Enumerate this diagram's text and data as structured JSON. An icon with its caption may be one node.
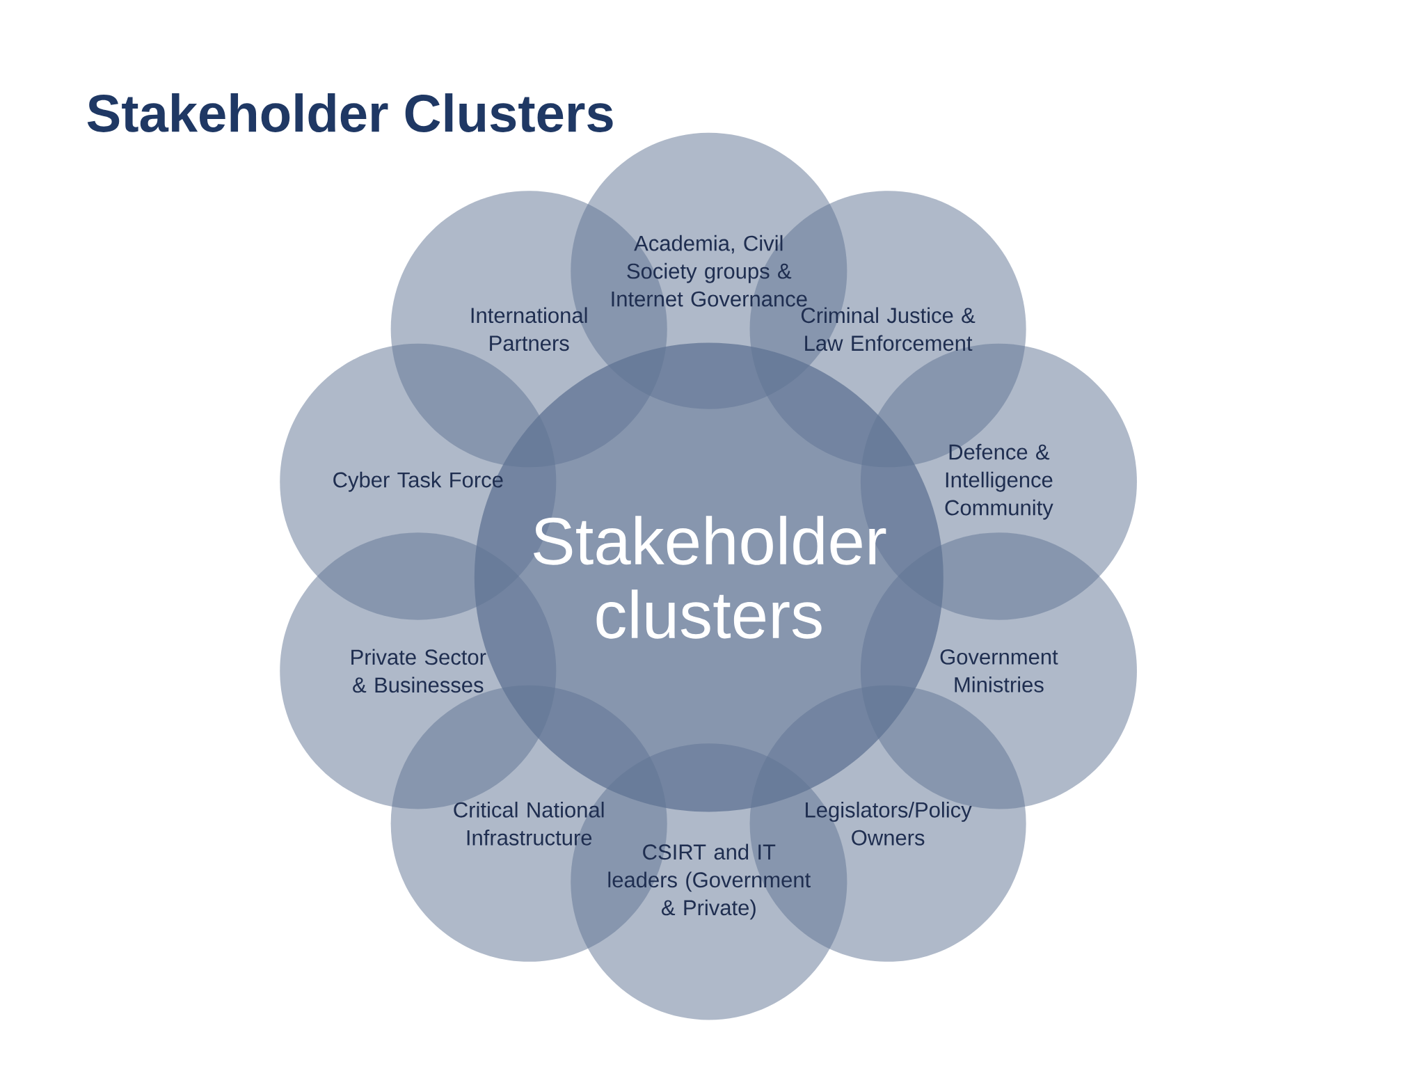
{
  "diagram": {
    "title": "Stakeholder Clusters",
    "nodes": [
      {
        "text": [
          "Academia, Civil Society groups & Internet Governance"
        ]
      },
      {
        "text": [
          "International Partners"
        ]
      },
      {
        "text": [
          "Criminal Justice & Law Enforcement"
        ]
      },
      {
        "text": [
          "Defence & Intelligence Community"
        ]
      },
      {
        "text": [
          "Cyber Task Force"
        ]
      },
      {
        "text": [
          "Stakeholder clusters"
        ]
      },
      {
        "text": [
          "Private Sector & Businesses"
        ]
      },
      {
        "text": [
          "Government Ministries"
        ]
      },
      {
        "text": [
          "Critical National Infrastructure"
        ]
      },
      {
        "text": [
          "Legislators/Policy Owners"
        ]
      },
      {
        "text": [
          "CSIRT and IT leaders (Government & Private)"
        ]
      }
    ],
    "edges": []
  }
}
